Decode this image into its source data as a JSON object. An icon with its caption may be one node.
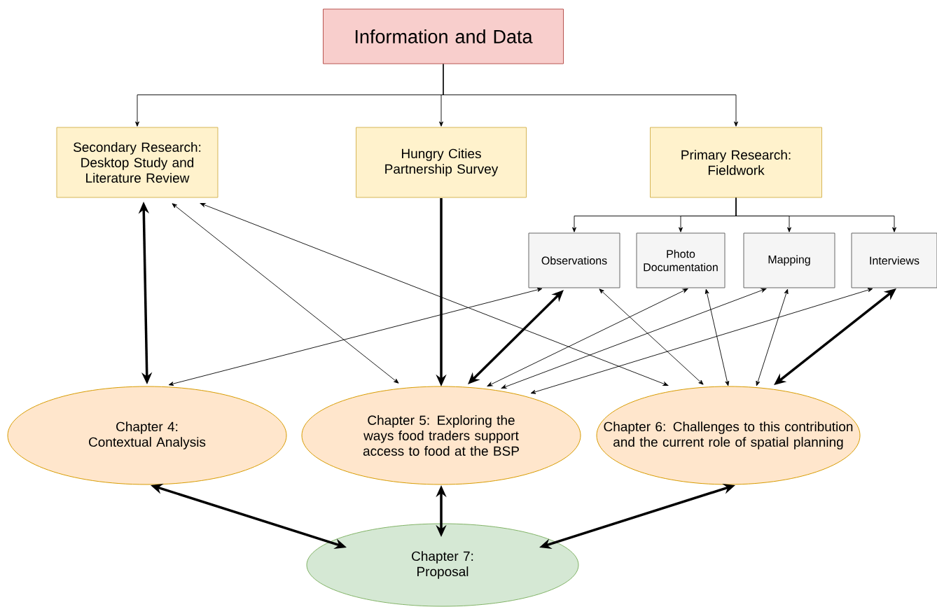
{
  "diagram": {
    "nodes": [
      {
        "text": [
          "Information and Data"
        ]
      },
      {
        "text": [
          "Secondary Research: Desktop Study and Literature Review"
        ]
      },
      {
        "text": [
          "Hungry Cities Partnership Survey"
        ]
      },
      {
        "text": [
          "Primary Research: Fieldwork"
        ]
      },
      {
        "text": [
          "Observations"
        ]
      },
      {
        "text": [
          "Photo Documentation"
        ]
      },
      {
        "text": [
          "Mapping"
        ]
      },
      {
        "text": [
          "Interviews"
        ]
      },
      {
        "text": [
          "Chapter 4: Contextual Analysis"
        ]
      },
      {
        "text": [
          "Chapter 5: Exploring the ways food traders support access to food at the BSP"
        ]
      },
      {
        "text": [
          "Chapter 6: Challenges to this contribution and the current role of spatial planning"
        ]
      },
      {
        "text": [
          "Chapter 7: Proposal"
        ]
      }
    ],
    "edges": [
      {
        "from": 0,
        "to": 1,
        "arrow": "to"
      },
      {
        "from": 0,
        "to": 2,
        "arrow": "to"
      },
      {
        "from": 0,
        "to": 3,
        "arrow": "to"
      },
      {
        "from": 3,
        "to": 4,
        "arrow": "to"
      },
      {
        "from": 3,
        "to": 5,
        "arrow": "to"
      },
      {
        "from": 3,
        "to": 6,
        "arrow": "to"
      },
      {
        "from": 3,
        "to": 7,
        "arrow": "to"
      },
      {
        "from": 1,
        "to": 8,
        "arrow": "both",
        "style": "thick"
      },
      {
        "from": 2,
        "to": 9,
        "arrow": "to",
        "style": "thick"
      },
      {
        "from": 1,
        "to": 9,
        "arrow": "both"
      },
      {
        "from": 1,
        "to": 10,
        "arrow": "both"
      },
      {
        "from": 4,
        "to": 8,
        "arrow": "both"
      },
      {
        "from": 4,
        "to": 9,
        "arrow": "both",
        "style": "thick"
      },
      {
        "from": 4,
        "to": 10,
        "arrow": "both"
      },
      {
        "from": 5,
        "to": 9,
        "arrow": "both"
      },
      {
        "from": 5,
        "to": 10,
        "arrow": "both"
      },
      {
        "from": 6,
        "to": 9,
        "arrow": "both"
      },
      {
        "from": 6,
        "to": 10,
        "arrow": "both"
      },
      {
        "from": 7,
        "to": 9,
        "arrow": "both"
      },
      {
        "from": 7,
        "to": 10,
        "arrow": "both",
        "style": "thick"
      },
      {
        "from": 8,
        "to": 11,
        "arrow": "both",
        "style": "thick"
      },
      {
        "from": 9,
        "to": 11,
        "arrow": "both",
        "style": "thick"
      },
      {
        "from": 10,
        "to": 11,
        "arrow": "both",
        "style": "thick"
      }
    ]
  }
}
